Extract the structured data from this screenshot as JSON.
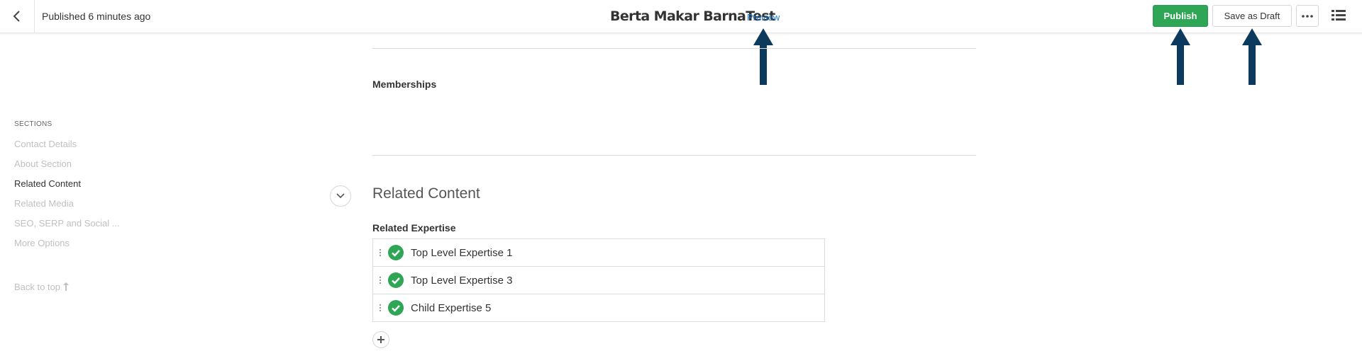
{
  "header": {
    "status": "Published 6 minutes ago",
    "title": "Berta Makar BarnaTest",
    "preview_label": "Preview",
    "publish_label": "Publish",
    "draft_label": "Save as Draft"
  },
  "sidebar": {
    "heading": "Sections",
    "items": [
      {
        "label": "Contact Details",
        "active": false
      },
      {
        "label": "About Section",
        "active": false
      },
      {
        "label": "Related Content",
        "active": true
      },
      {
        "label": "Related Media",
        "active": false
      },
      {
        "label": "SEO, SERP and Social ...",
        "active": false
      },
      {
        "label": "More Options",
        "active": false
      }
    ],
    "back_to_top": "Back to top"
  },
  "main": {
    "memberships_label": "Memberships",
    "section_title": "Related Content",
    "related_expertise_label": "Related Expertise",
    "expertise": [
      "Top Level Expertise 1",
      "Top Level Expertise 3",
      "Child Expertise 5"
    ]
  },
  "colors": {
    "publish": "#2fa556",
    "preview_link": "#1b7bd1",
    "annotation_arrow": "#0b3a5c",
    "check": "#2fa556"
  },
  "icons": {
    "back": "chevron-left-icon",
    "more": "ellipsis-icon",
    "list": "list-icon",
    "collapse": "chevron-down-icon",
    "add": "plus-icon",
    "drag": "drag-handle-icon",
    "check": "check-circle-icon",
    "arrow": "arrow-up-icon"
  }
}
